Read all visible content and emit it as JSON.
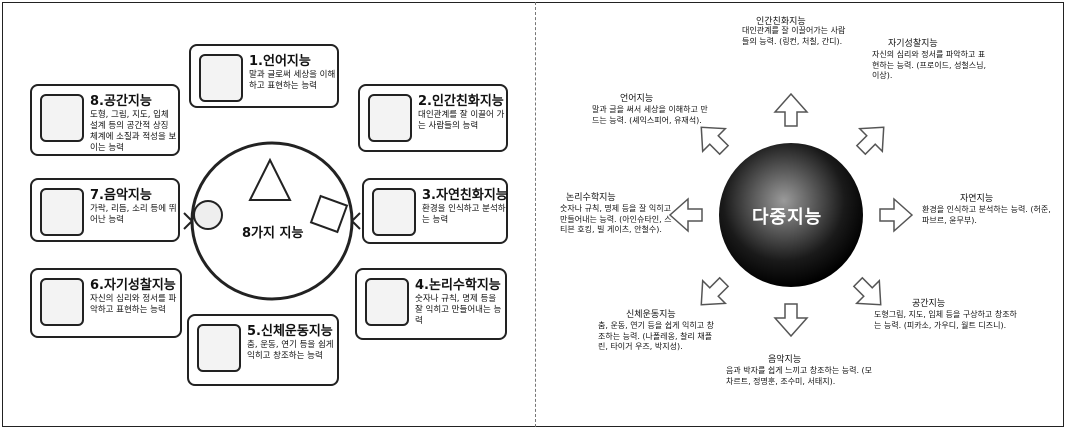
{
  "left": {
    "center": "8가지 지능",
    "cards": [
      {
        "title": "1.언어지능",
        "desc": "말과 글로써 세상을 이해하고 표현하는 능력"
      },
      {
        "title": "2.인간친화지능",
        "desc": "대인관계를 잘 이끌어 가는 사람들의 능력"
      },
      {
        "title": "3.자연친화지능",
        "desc": "환경을 인식하고 분석하는 능력"
      },
      {
        "title": "4.논리수학지능",
        "desc": "숫자나 규칙, 명제 등을 잘 익히고 만들어내는 능력"
      },
      {
        "title": "5.신체운동지능",
        "desc": "춤, 운동, 연기 등을 쉽게 익히고 창조하는 능력"
      },
      {
        "title": "6.자기성찰지능",
        "desc": "자신의 심리와 정서를 파악하고 표현하는 능력"
      },
      {
        "title": "7.음악지능",
        "desc": "가락, 리듬, 소리 등에 뛰어난 능력"
      },
      {
        "title": "8.공간지능",
        "desc": "도형, 그림, 지도, 입체 설계 등의 공간적 상징 체계에 소질과 적성을 보이는 능력"
      }
    ]
  },
  "right": {
    "center": "다중지능",
    "nodes": [
      {
        "title": "인간친화지능",
        "desc": "대인관계를 잘 이끌어가는 사람들의 능력. (링컨, 처칠, 간디)."
      },
      {
        "title": "자기성찰지능",
        "desc": "자신의 심리와 정서를 파악하고 표현하는 능력. (프로이드, 성철스님, 이상)."
      },
      {
        "title": "자연지능",
        "desc": "환경을 인식하고 분석하는 능력. (허준, 파브르, 윤무부)."
      },
      {
        "title": "공간지능",
        "desc": "도형그림, 지도, 입체 등을 구상하고 창조하는 능력. (피카소, 가우디, 월트 디즈니)."
      },
      {
        "title": "음악지능",
        "desc": "음과 박자를 쉽게 느끼고 창조하는 능력. (모차르트, 정명훈, 조수미, 서태지)."
      },
      {
        "title": "신체운동지능",
        "desc": "춤, 운동, 연기 등을 쉽게 익히고 창조하는 능력. (나폴레옹, 찰리 채플린, 타이거 우즈, 박지성)."
      },
      {
        "title": "논리수학지능",
        "desc": "숫자나 규칙, 명제 등을 잘 익히고 만들어내는 능력. (아인슈타인, 스티븐 호킹, 빌 게이츠, 안철수)."
      },
      {
        "title": "언어지능",
        "desc": "말과 글을 써서 세상을 이해하고 만드는 능력. (셰익스피어, 유재석)."
      }
    ]
  }
}
